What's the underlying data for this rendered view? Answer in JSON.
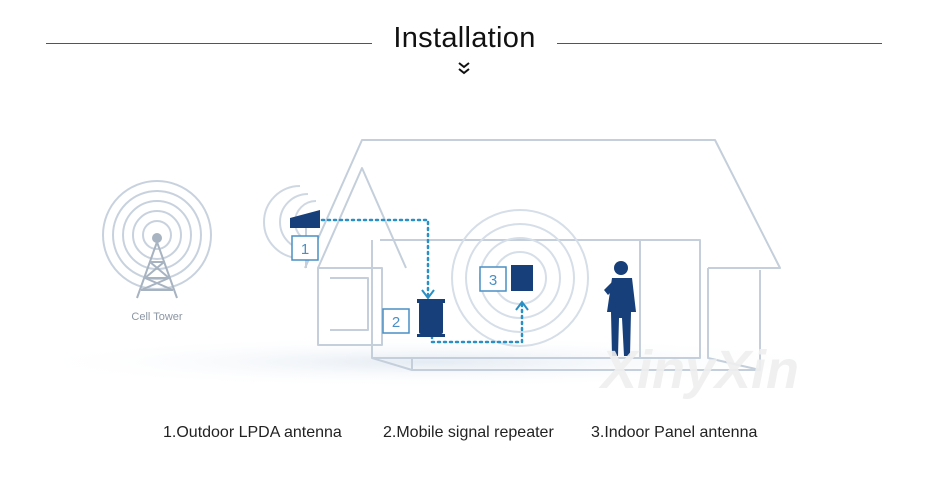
{
  "header": {
    "title": "Installation"
  },
  "scene": {
    "tower_label": "Cell Tower",
    "markers": [
      "1",
      "2",
      "3"
    ],
    "watermark": "XinyXin",
    "colors": {
      "line": "#c4cfdb",
      "device": "#173f7a",
      "link": "#2a8fc4",
      "marker": "#4a8fc4",
      "glow": "#e8eef5"
    }
  },
  "legend": {
    "items": [
      "1.Outdoor LPDA antenna",
      "2.Mobile signal repeater",
      "3.Indoor Panel antenna"
    ]
  }
}
